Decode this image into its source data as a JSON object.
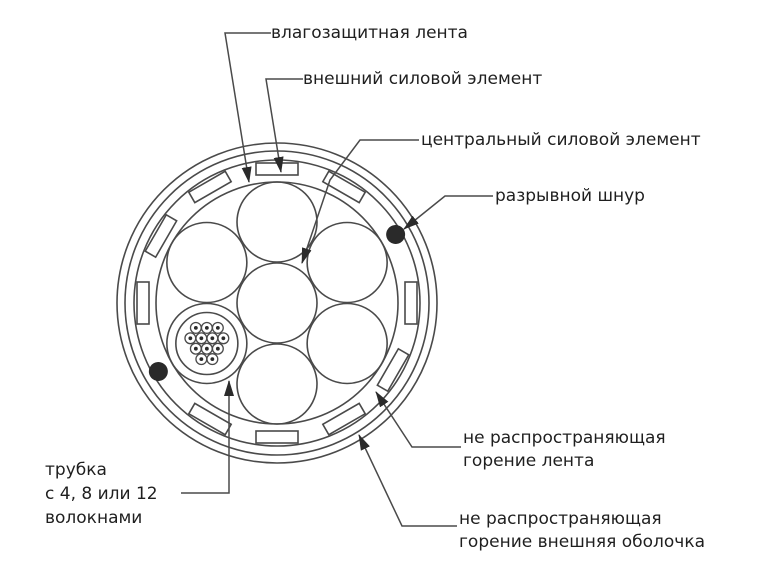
{
  "figure": {
    "kind": "fiber-optic-cable-cross-section",
    "tube_count": 7,
    "fiber_count": 12,
    "strength_rod_count": 10,
    "ripcord_count": 2
  },
  "colors": {
    "background": "#ffffff",
    "line": "#4a4a4a",
    "arrow_fill": "#2a2a2a",
    "text": "#1f1f1f",
    "ripcord_fill": "#2a2a2a"
  },
  "labels": {
    "moisture_tape": {
      "text": "влагозащитная лента"
    },
    "outer_strength": {
      "text": "внешний силовой элемент"
    },
    "central_strength": {
      "text": "центральный силовой элемент"
    },
    "ripcord": {
      "text": "разрывной шнур"
    },
    "fr_tape": {
      "lines": [
        "не распространяющая",
        "горение лента"
      ]
    },
    "fr_sheath": {
      "lines": [
        "не распространяющая",
        "горение внешняя оболочка"
      ]
    },
    "fiber_tube": {
      "lines": [
        "трубка",
        "с 4, 8 или 12",
        "волокнами"
      ]
    }
  }
}
